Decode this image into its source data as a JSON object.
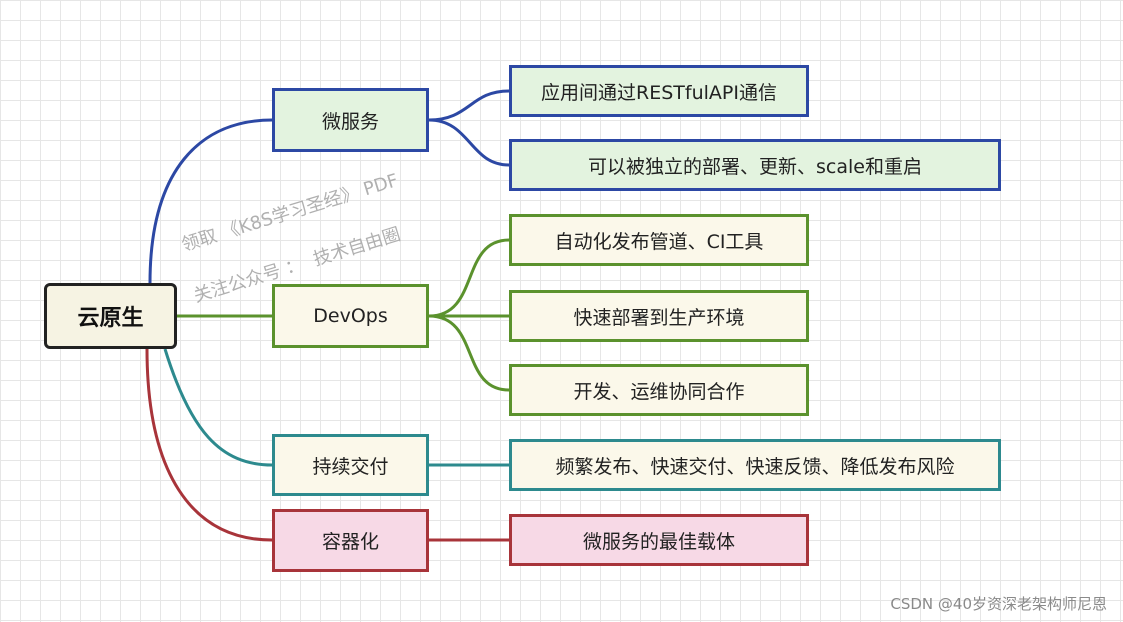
{
  "diagram": {
    "root": {
      "label": "云原生"
    },
    "branches": [
      {
        "label": "微服务",
        "color": "#2c48a4",
        "children": [
          "应用间通过RESTfulAPI通信",
          "可以被独立的部署、更新、scale和重启"
        ]
      },
      {
        "label": "DevOps",
        "color": "#5b922d",
        "children": [
          "自动化发布管道、CI工具",
          "快速部署到生产环境",
          "开发、运维协同合作"
        ]
      },
      {
        "label": "持续交付",
        "color": "#2d8a8e",
        "children": [
          "频繁发布、快速交付、快速反馈、降低发布风险"
        ]
      },
      {
        "label": "容器化",
        "color": "#a8343a",
        "children": [
          "微服务的最佳载体"
        ]
      }
    ]
  },
  "watermark": {
    "line1": "领取 《K8S学习圣经》 PDF",
    "line2": "关注公众号 ：  技术自由圈"
  },
  "footer": {
    "credit": "CSDN @40岁资深老架构师尼恩"
  }
}
